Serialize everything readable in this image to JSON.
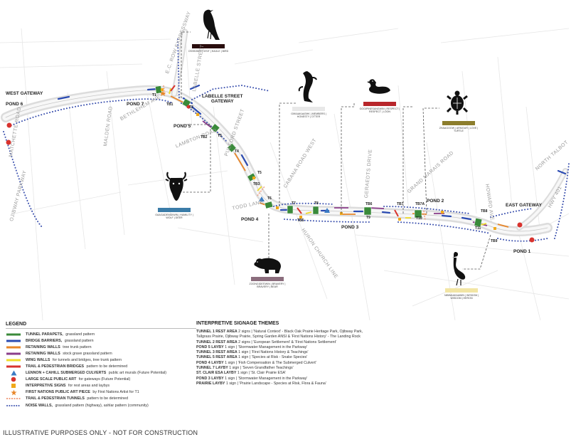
{
  "streets": [
    {
      "key": "matchette",
      "text": "MATCHETTE ROAD"
    },
    {
      "key": "malden",
      "text": "MALDEN ROAD"
    },
    {
      "key": "ojibway",
      "text": "OJIBWAY PARKWAY"
    },
    {
      "key": "bethlehem",
      "text": "BETHLEHEM AVE."
    },
    {
      "key": "ec_row",
      "text": "E.C. ROW EXPRESSWAY"
    },
    {
      "key": "labelle_st",
      "text": "LABELLE STREET"
    },
    {
      "key": "lambton",
      "text": "LAMBTON ROAD"
    },
    {
      "key": "pulford",
      "text": "PULFORD STREET"
    },
    {
      "key": "cabana",
      "text": "CABANA ROAD WEST"
    },
    {
      "key": "todd",
      "text": "TODD LANE"
    },
    {
      "key": "huron",
      "text": "HURON CHURCH LINE"
    },
    {
      "key": "geraedts",
      "text": "GERAEDTS DRIVE"
    },
    {
      "key": "grand_marais",
      "text": "GRAND MARAIS ROAD"
    },
    {
      "key": "howard",
      "text": "HOWARD AVE."
    },
    {
      "key": "north_talbot",
      "text": "NORTH TALBOT"
    },
    {
      "key": "hwy3",
      "text": "HWY 401"
    }
  ],
  "places": {
    "west_gateway": "WEST GATEWAY",
    "pond6": "POND 6",
    "pond7": "POND 7",
    "pond5": "POND 5",
    "labelle_gateway_1": "LABELLE STREET",
    "labelle_gateway_2": "GATEWAY",
    "pond4": "POND 4",
    "pond3": "POND 3",
    "pond2": "POND 2",
    "pond1": "POND 1",
    "east_gateway": "EAST GATEWAY"
  },
  "tunnel_labels": [
    "T1",
    "T2",
    "T3",
    "T4",
    "T5",
    "T6",
    "T7",
    "T8",
    "T9",
    "T10",
    "T11"
  ],
  "tb_labels": [
    "TB1",
    "TB2",
    "TB3",
    "TB5",
    "TB6",
    "TB7",
    "TB7A",
    "TB8",
    "TB9"
  ],
  "theme_cards": [
    {
      "key": "bird",
      "color": "#2a0e0e",
      "text": "OSHKIWIN | VISIT | EAGLE | BIRD"
    },
    {
      "key": "fish",
      "color": "#e8e8e8",
      "text": "GIIKAAKAASHK | MEMBERS | HONESTY | OTTER"
    },
    {
      "key": "duck",
      "color": "#b8262b",
      "text": "GOGIPINESANGWIN | RESPECT | RESPECT | LOON"
    },
    {
      "key": "turtle",
      "color": "#8c7d2c",
      "text": "ZHAAGOOW | ARMOUR | LOVE | TURTLE"
    },
    {
      "key": "bison",
      "color": "#3b7ca8",
      "text": "GAAGADENIDIWIN | HUMILITY | WOLF | DEER"
    },
    {
      "key": "bear",
      "color": "#8b6d7d",
      "text": "ZOONGIDE'EWIN | BRAVERY | BRAVERY | BEAR"
    },
    {
      "key": "heron",
      "color": "#f2e5a4",
      "text": "NIBWAAKAAWIN | WISDOM | WISDOM | HERON"
    }
  ],
  "legend": {
    "title": "LEGEND",
    "items": [
      {
        "key": "tunnel",
        "bold": "TUNNEL PARAPETS,",
        "rest": " grassland pattern",
        "color": "#3a8a3a",
        "sym": "line"
      },
      {
        "key": "bridge",
        "bold": "BRIDGE BARRIERS,",
        "rest": " grassland pattern",
        "color": "#2b4bb2",
        "sym": "line"
      },
      {
        "key": "ret_tree",
        "bold": "RETAINING WALLS",
        "rest": " tree trunk pattern",
        "color": "#e8872a",
        "sym": "line"
      },
      {
        "key": "ret_grass",
        "bold": "RETAINING WALLS",
        "rest": " stock grave grassland pattern",
        "color": "#8a3d8a",
        "sym": "line"
      },
      {
        "key": "wing",
        "bold": "WING WALLS",
        "rest": " for tunnels and bridges, tree trunk pattern",
        "color": "#f0dd2a",
        "sym": "line"
      },
      {
        "key": "trail_bridge",
        "bold": "TRAIL & PEDESTRIAN BRIDGES",
        "rest": " pattern to be determined",
        "color": "#d8332e",
        "sym": "line"
      },
      {
        "key": "culvert",
        "bold": "LENNON + CAHILL SUBMERGED CULVERTS",
        "rest": " public art murals (Future Potential)",
        "color": "#3b7cc4",
        "sym": "triangle"
      },
      {
        "key": "public_art",
        "bold": "LARGE SCALE PUBLIC ART",
        "rest": " for gateways (Future Potential)",
        "color": "#d8332e",
        "sym": "dot"
      },
      {
        "key": "interp",
        "bold": "INTERPRETIVE SIGNS",
        "rest": " for rest areas and laybys",
        "color": "#f0a81a",
        "sym": "square"
      },
      {
        "key": "fn_art",
        "bold": "FIRST NATIONS PUBLIC ART PIECE",
        "rest": " by First Nations Artist for T1",
        "color": "#e8872a",
        "sym": "star"
      },
      {
        "key": "trail_tunnel",
        "bold": "TRAIL & PEDESTRIAN TUNNELS",
        "rest": " pattern to be determined",
        "color": "#f0a081",
        "sym": "dashline"
      },
      {
        "key": "noise",
        "bold": "NOISE WALLS,",
        "rest": " grassland pattern (highway), ashlar pattern (community)",
        "color": "#4055b0",
        "sym": "dots"
      }
    ]
  },
  "signage": {
    "title": "INTERPRETIVE SIGNAGE THEMES",
    "rows": [
      {
        "bold": "TUNNEL 1 REST AREA",
        "rest": " 2 signs | 'Natural Context' - Black Oak Prairie Heritage Park, Ojibway Park,"
      },
      {
        "bold": "",
        "rest": "Tallgrass Prairie, Ojibway Prairie, Spring Garden ANSI & 'First Nations History' - The Landing Rock"
      },
      {
        "bold": "TUNNEL 2 REST AREA",
        "rest": " 2 signs | 'European Settlement' & 'First Nations Settlement'"
      },
      {
        "bold": "POND 5 LAYBY",
        "rest": " 1 sign | 'Stormwater Management in the Parkway'"
      },
      {
        "bold": "TUNNEL 3 REST AREA",
        "rest": " 1 sign | 'First Nations History & Teachings'"
      },
      {
        "bold": "TUNNEL 5 REST AREA",
        "rest": " 1 sign | 'Species at Risk - Snake Species'"
      },
      {
        "bold": "POND 4 LAYBY",
        "rest": " 1 sign | 'Fish Compensation & The Submerged Culvert'"
      },
      {
        "bold": "TUNNEL 7 LAYBY",
        "rest": " 1 sign | 'Seven Grandfather Teachings'"
      },
      {
        "bold": "ST. CLAIR ESA LAYBY",
        "rest": " 1 sign | 'St. Clair Prairie ESA'"
      },
      {
        "bold": "POND 3 LAYBY",
        "rest": " 1 sign | 'Stormwater Management in the Parkway'"
      },
      {
        "bold": "PRAIRIE LAYBY",
        "rest": " 1 sign | 'Prairie Landscape - Species at Risk, Flora & Fauna'"
      }
    ]
  },
  "disclaimer": "ILLUSTRATIVE PURPOSES ONLY - NOT FOR CONSTRUCTION"
}
